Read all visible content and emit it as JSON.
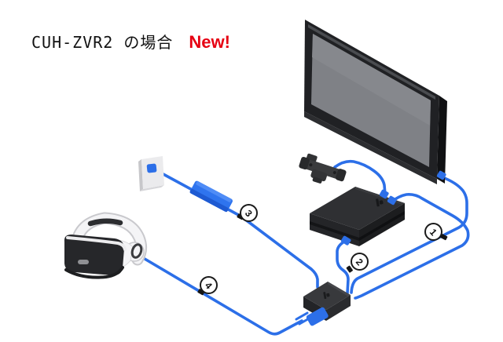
{
  "header": {
    "title": "CUH-ZVR2 の場合",
    "badge": "New!"
  },
  "callouts": [
    {
      "label": "1"
    },
    {
      "label": "2"
    },
    {
      "label": "3"
    },
    {
      "label": "4"
    }
  ],
  "colors": {
    "cable": "#2c6fe8",
    "adapter_top": "#2f74ee",
    "adapter_side": "#1e5ad2",
    "badge_red": "#e60012",
    "device_dark": "#2a2b2e",
    "background": "#ffffff"
  },
  "icons": [
    "tv-icon",
    "ps-camera-icon",
    "ps4-console-icon",
    "processor-unit-icon",
    "vr-headset-icon",
    "wall-outlet-icon",
    "ac-adapter-icon",
    "hdmi-cable-icon",
    "usb-cable-icon",
    "power-cable-icon",
    "headset-cable-icon"
  ]
}
